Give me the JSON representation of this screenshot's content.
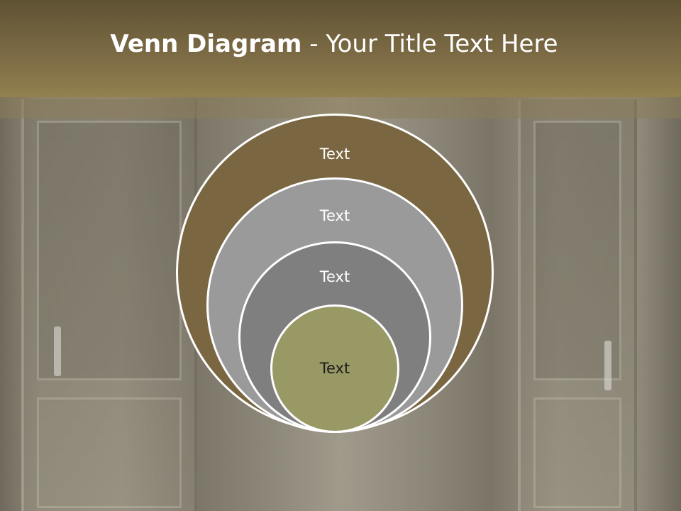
{
  "header": {
    "title_bold": "Venn Diagram",
    "title_rest": " - Your Title Text Here"
  },
  "diagram": {
    "circles": [
      {
        "label": "Text",
        "color": "#7a6640"
      },
      {
        "label": "Text",
        "color": "#9a9a9a"
      },
      {
        "label": "Text",
        "color": "#7f7f7f"
      },
      {
        "label": "Text",
        "color": "#999966"
      }
    ]
  }
}
